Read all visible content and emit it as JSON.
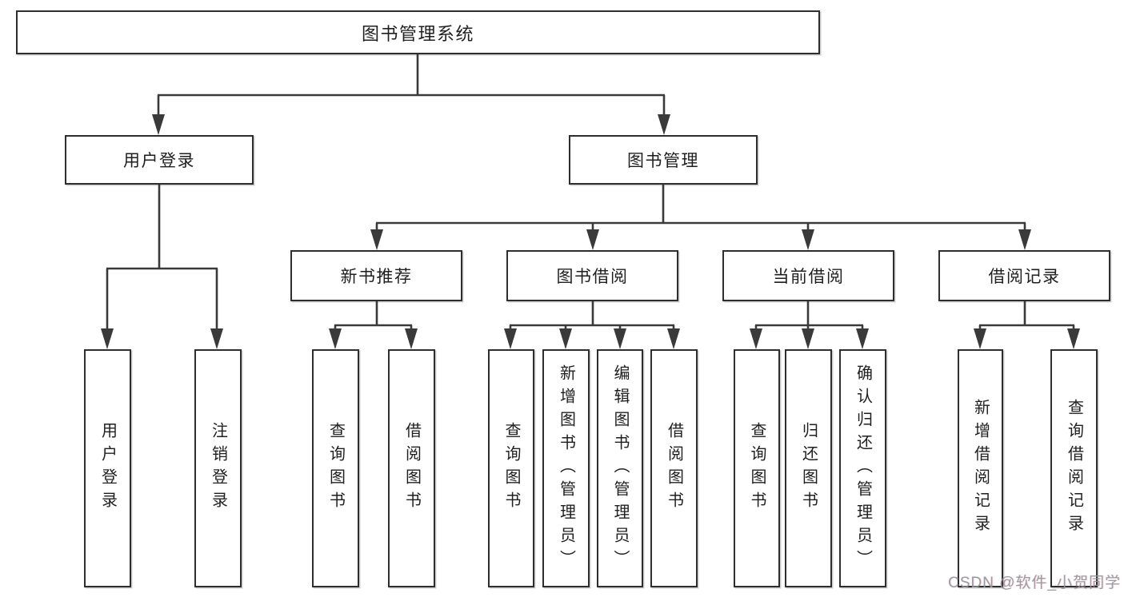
{
  "diagram": {
    "root": {
      "label": "图书管理系统"
    },
    "branches": [
      {
        "label": "用户登录",
        "children": [
          {
            "label": "用户登录"
          },
          {
            "label": "注销登录"
          }
        ]
      },
      {
        "label": "图书管理",
        "groups": [
          {
            "label": "新书推荐",
            "children": [
              {
                "label": "查询图书"
              },
              {
                "label": "借阅图书"
              }
            ]
          },
          {
            "label": "图书借阅",
            "children": [
              {
                "label": "查询图书"
              },
              {
                "label": "新增图书（管理员）"
              },
              {
                "label": "编辑图书（管理员）"
              },
              {
                "label": "借阅图书"
              }
            ]
          },
          {
            "label": "当前借阅",
            "children": [
              {
                "label": "查询图书"
              },
              {
                "label": "归还图书"
              },
              {
                "label": "确认归还（管理员）"
              }
            ]
          },
          {
            "label": "借阅记录",
            "children": [
              {
                "label": "新增借阅记录"
              },
              {
                "label": "查询借阅记录"
              }
            ]
          }
        ]
      }
    ],
    "colors": {
      "line": "#3a3a3a",
      "border": "#2e2e2e",
      "text": "#1f1f1f",
      "background": "#ffffff",
      "watermark": "#949aa0"
    }
  },
  "watermark": {
    "text": "CSDN @软件_小贺同学"
  }
}
